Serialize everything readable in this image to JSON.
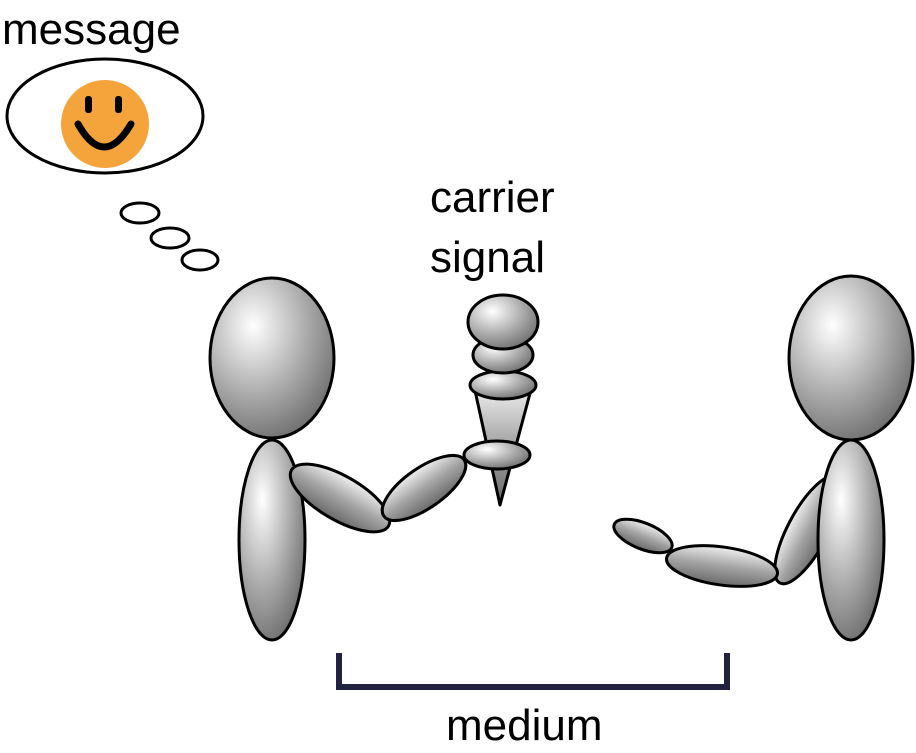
{
  "labels": {
    "message": "message",
    "carrier_line1": "carrier",
    "carrier_line2": "signal",
    "medium": "medium"
  },
  "colors": {
    "figure_light": "#ffffff",
    "figure_dark": "#6e6e6e",
    "outline": "#000000",
    "smiley_face": "#f5a43c",
    "medium_bracket": "#22223f"
  }
}
